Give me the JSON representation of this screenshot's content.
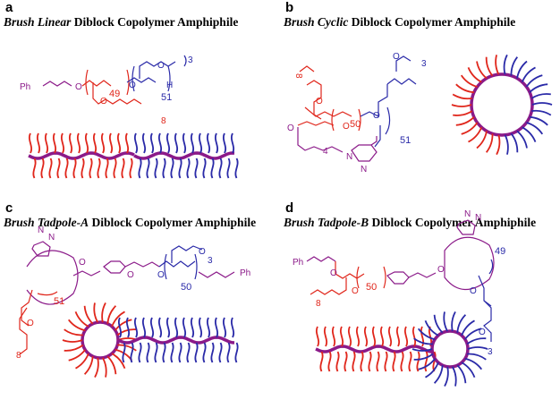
{
  "panels": [
    {
      "letter": "a",
      "title_italic": "Brush Linear",
      "title_rest": " Diblock Copolymer Amphiphile",
      "labels": {
        "ph": "Ph",
        "o": "O",
        "h": "H",
        "n_red": "49",
        "n_blue": "51",
        "n_side": "8",
        "n_peg": "3"
      }
    },
    {
      "letter": "b",
      "title_italic": "Brush Cyclic",
      "title_rest": " Diblock Copolymer Amphiphile",
      "labels": {
        "o": "O",
        "n": "N",
        "n_red": "50",
        "n_blue": "51",
        "n_side": "8",
        "n_peg": "3",
        "n_link": "4"
      }
    },
    {
      "letter": "c",
      "title_italic": "Brush Tadpole-A",
      "title_rest": " Diblock Copolymer Amphiphile",
      "labels": {
        "ph": "Ph",
        "o": "O",
        "n": "N",
        "n_red": "51",
        "n_blue": "50",
        "n_side": "8",
        "n_peg": "3"
      }
    },
    {
      "letter": "d",
      "title_italic": "Brush Tadpole-B",
      "title_rest": " Diblock Copolymer Amphiphile",
      "labels": {
        "ph": "Ph",
        "o": "O",
        "n": "N",
        "n_red": "50",
        "n_blue": "49",
        "n_side": "8",
        "n_peg": "3"
      }
    }
  ],
  "colors": {
    "backbone": "#8b1a89",
    "hydrophobic": "#e0261b",
    "hydrophilic": "#2a2aa8",
    "triazole": "#8b1a89"
  }
}
